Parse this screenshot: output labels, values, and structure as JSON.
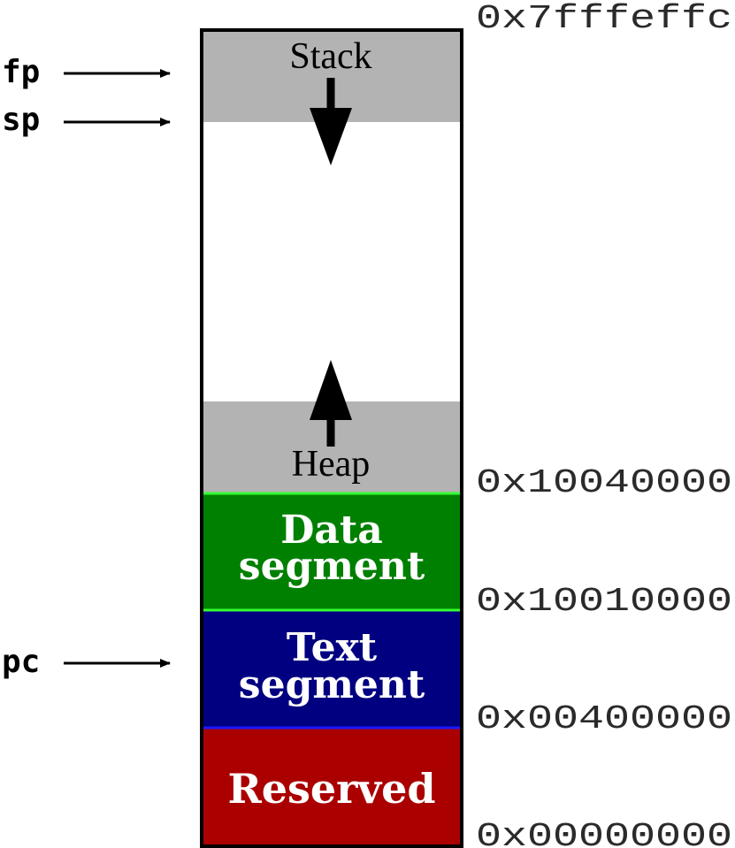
{
  "regions": {
    "stack": {
      "label": "Stack",
      "color": "#b3b3b3"
    },
    "free": {
      "color": "#ffffff"
    },
    "heap": {
      "label": "Heap",
      "color": "#b3b3b3"
    },
    "data": {
      "line1": "Data",
      "line2": "segment",
      "color": "#008000",
      "border": "#33ff33"
    },
    "text": {
      "line1": "Text",
      "line2": "segment",
      "color": "#000080",
      "border": "#1a1aff"
    },
    "reserved": {
      "label": "Reserved",
      "color": "#aa0000"
    }
  },
  "addresses": {
    "top": "0x7fffeffc",
    "heap_start": "0x10040000",
    "data_start": "0x10010000",
    "text_start": "0x00400000",
    "bottom": "0x00000000"
  },
  "registers": {
    "fp": "fp",
    "sp": "sp",
    "pc": "pc"
  }
}
